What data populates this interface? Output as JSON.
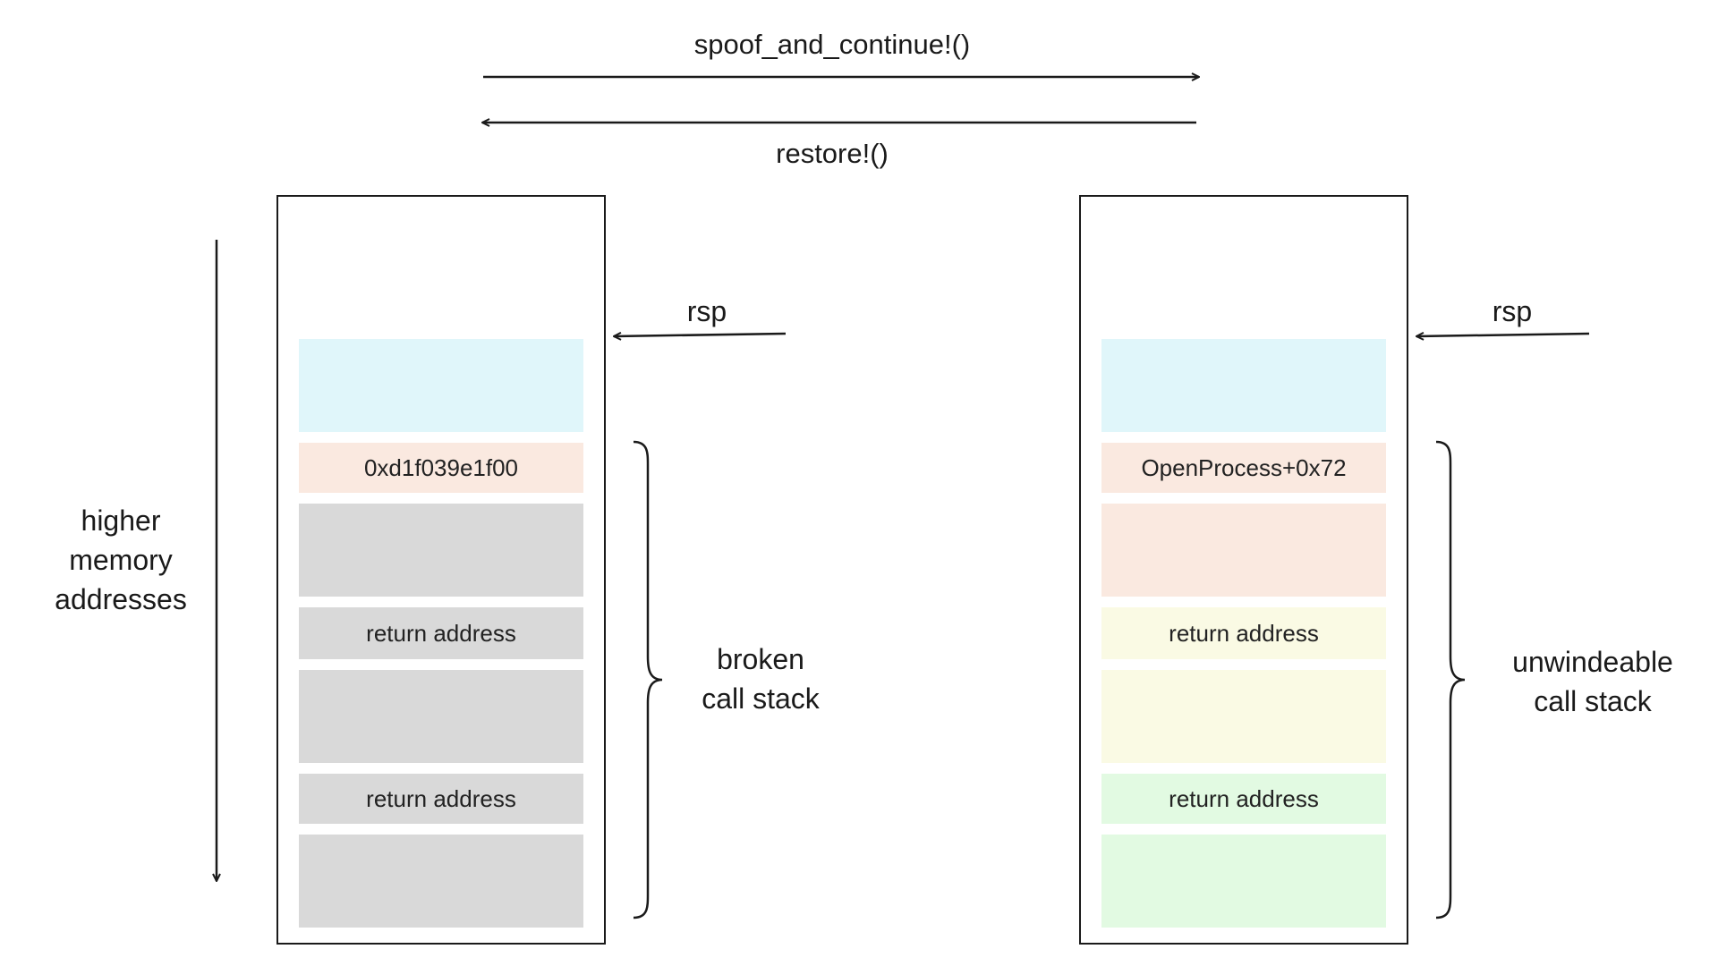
{
  "top_arrows": {
    "forward_label": "spoof_and_continue!()",
    "back_label": "restore!()"
  },
  "memory_axis": {
    "label_lines": [
      "higher",
      "memory",
      "addresses"
    ]
  },
  "stacks": [
    {
      "id": "left",
      "pointer_label": "rsp",
      "brace_label_lines": [
        "broken",
        "call stack"
      ],
      "slots": [
        {
          "text": "",
          "color": "#e0f6fa"
        },
        {
          "text": "0xd1f039e1f00",
          "color": "#fae9e0"
        },
        {
          "text": "",
          "color": "#d9d9d9"
        },
        {
          "text": "return address",
          "color": "#d9d9d9"
        },
        {
          "text": "",
          "color": "#d9d9d9"
        },
        {
          "text": "return address",
          "color": "#d9d9d9"
        },
        {
          "text": "",
          "color": "#d9d9d9"
        }
      ]
    },
    {
      "id": "right",
      "pointer_label": "rsp",
      "brace_label_lines": [
        "unwindeable",
        "call stack"
      ],
      "slots": [
        {
          "text": "",
          "color": "#e0f6fa"
        },
        {
          "text": "OpenProcess+0x72",
          "color": "#fae9e0"
        },
        {
          "text": "",
          "color": "#fae9e0"
        },
        {
          "text": "return address",
          "color": "#fafae4"
        },
        {
          "text": "",
          "color": "#fafae4"
        },
        {
          "text": "return address",
          "color": "#e2fae2"
        },
        {
          "text": "",
          "color": "#e2fae2"
        }
      ]
    }
  ]
}
